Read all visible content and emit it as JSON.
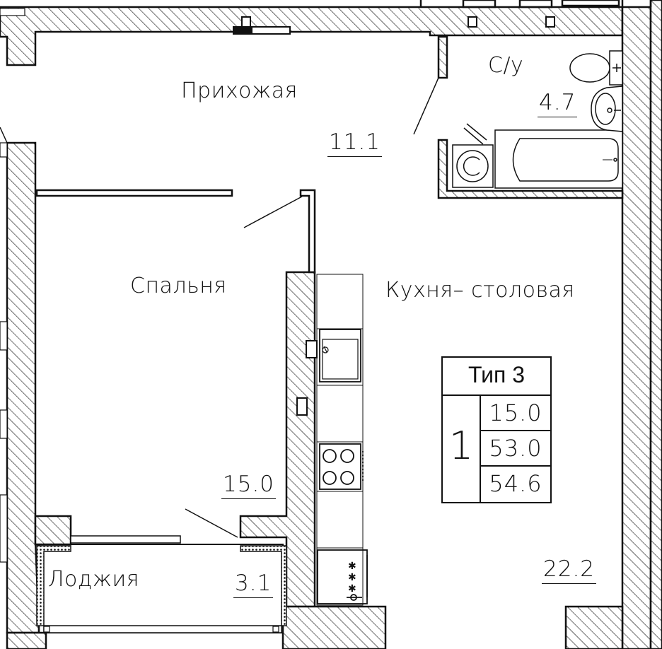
{
  "plan": {
    "rooms": {
      "hall": {
        "name": "Прихожая",
        "area": "11.1"
      },
      "bathroom": {
        "name": "С/у",
        "area": "4.7"
      },
      "bedroom": {
        "name": "Спальня",
        "area": "15.0"
      },
      "kitchen": {
        "name": "Кухня– столовая",
        "area": "22.2"
      },
      "loggia": {
        "name": "Лоджия",
        "area": "3.1"
      }
    },
    "summary": {
      "type_label": "Тип 3",
      "rooms_count": "1",
      "living_area": "15.0",
      "total_area": "53.0",
      "total_area_with_loggia": "54.6"
    }
  }
}
